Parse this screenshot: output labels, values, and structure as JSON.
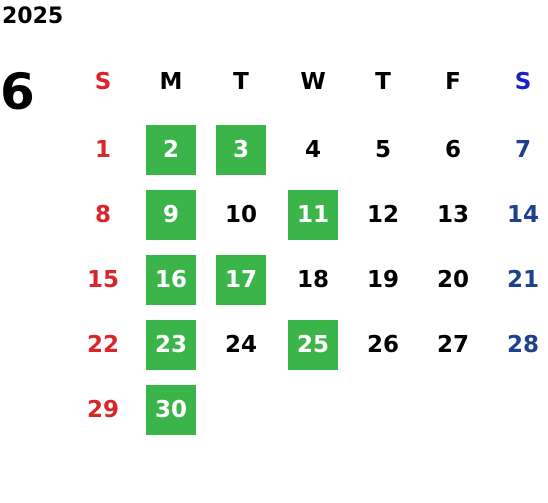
{
  "year": "2025",
  "month": "6",
  "colors": {
    "sunday_header": "#e0202a",
    "saturday_header": "#1a22c8",
    "sunday_date": "#d9262b",
    "saturday_date": "#1f3f8f",
    "weekday": "#000000",
    "highlight_bg": "#3bb54a",
    "highlight_text": "#ffffff"
  },
  "weekdays": [
    "S",
    "M",
    "T",
    "W",
    "T",
    "F",
    "S"
  ],
  "weeks": [
    [
      {
        "d": "1",
        "hl": false
      },
      {
        "d": "2",
        "hl": true
      },
      {
        "d": "3",
        "hl": true
      },
      {
        "d": "4",
        "hl": false
      },
      {
        "d": "5",
        "hl": false
      },
      {
        "d": "6",
        "hl": false
      },
      {
        "d": "7",
        "hl": false
      }
    ],
    [
      {
        "d": "8",
        "hl": false
      },
      {
        "d": "9",
        "hl": true
      },
      {
        "d": "10",
        "hl": false
      },
      {
        "d": "11",
        "hl": true
      },
      {
        "d": "12",
        "hl": false
      },
      {
        "d": "13",
        "hl": false
      },
      {
        "d": "14",
        "hl": false
      }
    ],
    [
      {
        "d": "15",
        "hl": false
      },
      {
        "d": "16",
        "hl": true
      },
      {
        "d": "17",
        "hl": true
      },
      {
        "d": "18",
        "hl": false
      },
      {
        "d": "19",
        "hl": false
      },
      {
        "d": "20",
        "hl": false
      },
      {
        "d": "21",
        "hl": false
      }
    ],
    [
      {
        "d": "22",
        "hl": false
      },
      {
        "d": "23",
        "hl": true
      },
      {
        "d": "24",
        "hl": false
      },
      {
        "d": "25",
        "hl": true
      },
      {
        "d": "26",
        "hl": false
      },
      {
        "d": "27",
        "hl": false
      },
      {
        "d": "28",
        "hl": false
      }
    ],
    [
      {
        "d": "29",
        "hl": false
      },
      {
        "d": "30",
        "hl": true
      }
    ]
  ]
}
